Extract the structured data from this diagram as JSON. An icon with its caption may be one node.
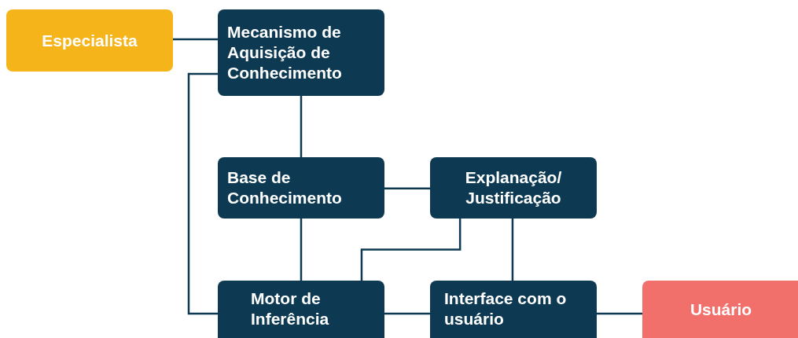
{
  "diagram": {
    "nodes": [
      {
        "text": [
          "Especialista"
        ]
      },
      {
        "text": [
          "Mecanismo de Aquisição de Conhecimento"
        ]
      },
      {
        "text": [
          "Base de Conhecimento"
        ]
      },
      {
        "text": [
          "Explanação/ Justificação"
        ]
      },
      {
        "text": [
          "Motor de Inferência"
        ]
      },
      {
        "text": [
          "Interface com o usuário"
        ]
      },
      {
        "text": [
          "Usuário"
        ]
      }
    ],
    "edges": [
      {
        "from": 0,
        "to": 1,
        "arrow": "none"
      },
      {
        "from": 1,
        "to": 4,
        "arrow": "none"
      },
      {
        "from": 1,
        "to": 2,
        "arrow": "none"
      },
      {
        "from": 2,
        "to": 3,
        "arrow": "none"
      },
      {
        "from": 2,
        "to": 4,
        "arrow": "none"
      },
      {
        "from": 3,
        "to": 4,
        "arrow": "none"
      },
      {
        "from": 3,
        "to": 5,
        "arrow": "none"
      },
      {
        "from": 4,
        "to": 5,
        "arrow": "none"
      },
      {
        "from": 5,
        "to": 6,
        "arrow": "none"
      }
    ]
  }
}
